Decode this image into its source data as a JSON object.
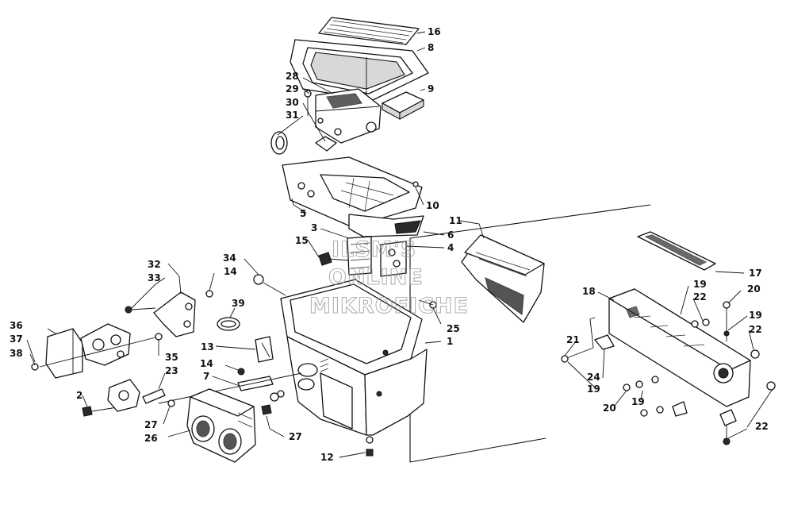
{
  "watermark": {
    "line1": "ILSM'S",
    "line2": "ONLINE",
    "line3": "MIKROFICHE"
  },
  "callouts": [
    {
      "id": "c16",
      "label": "16"
    },
    {
      "id": "c8",
      "label": "8"
    },
    {
      "id": "c28",
      "label": "28"
    },
    {
      "id": "c29",
      "label": "29"
    },
    {
      "id": "c9",
      "label": "9"
    },
    {
      "id": "c30",
      "label": "30"
    },
    {
      "id": "c31",
      "label": "31"
    },
    {
      "id": "c10",
      "label": "10"
    },
    {
      "id": "c5",
      "label": "5"
    },
    {
      "id": "c11",
      "label": "11"
    },
    {
      "id": "c3",
      "label": "3"
    },
    {
      "id": "c6",
      "label": "6"
    },
    {
      "id": "c4",
      "label": "4"
    },
    {
      "id": "c15",
      "label": "15"
    },
    {
      "id": "c34",
      "label": "34"
    },
    {
      "id": "c32",
      "label": "32"
    },
    {
      "id": "c33",
      "label": "33"
    },
    {
      "id": "c14a",
      "label": "14"
    },
    {
      "id": "c39",
      "label": "39"
    },
    {
      "id": "c25",
      "label": "25"
    },
    {
      "id": "c1",
      "label": "1"
    },
    {
      "id": "c13",
      "label": "13"
    },
    {
      "id": "c36",
      "label": "36"
    },
    {
      "id": "c37",
      "label": "37"
    },
    {
      "id": "c38",
      "label": "38"
    },
    {
      "id": "c35",
      "label": "35"
    },
    {
      "id": "c23",
      "label": "23"
    },
    {
      "id": "c14b",
      "label": "14"
    },
    {
      "id": "c7",
      "label": "7"
    },
    {
      "id": "c2",
      "label": "2"
    },
    {
      "id": "c27a",
      "label": "27"
    },
    {
      "id": "c27b",
      "label": "27"
    },
    {
      "id": "c26",
      "label": "26"
    },
    {
      "id": "c12",
      "label": "12"
    },
    {
      "id": "c17",
      "label": "17"
    },
    {
      "id": "c18",
      "label": "18"
    },
    {
      "id": "c19a",
      "label": "19"
    },
    {
      "id": "c22a",
      "label": "22"
    },
    {
      "id": "c20a",
      "label": "20"
    },
    {
      "id": "c19b",
      "label": "19"
    },
    {
      "id": "c22b",
      "label": "22"
    },
    {
      "id": "c21",
      "label": "21"
    },
    {
      "id": "c24",
      "label": "24"
    },
    {
      "id": "c19c",
      "label": "19"
    },
    {
      "id": "c20b",
      "label": "20"
    },
    {
      "id": "c19d",
      "label": "19"
    },
    {
      "id": "c22c",
      "label": "22"
    }
  ]
}
